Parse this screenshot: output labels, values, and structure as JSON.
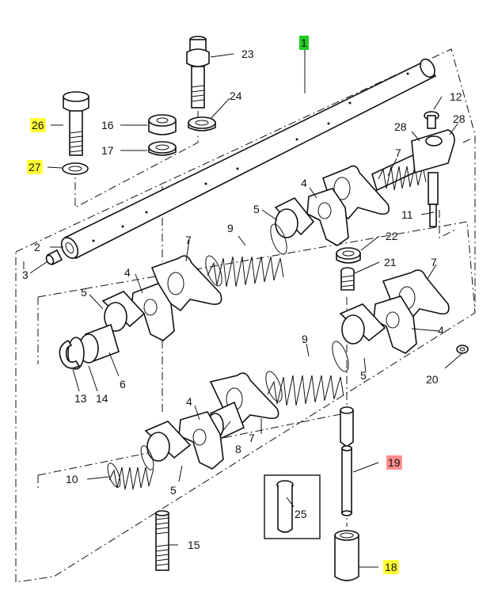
{
  "diagram": {
    "callouts": [
      {
        "id": "c1",
        "text": "1",
        "highlight": "#22cc22"
      },
      {
        "id": "c2",
        "text": "2"
      },
      {
        "id": "c3",
        "text": "3"
      },
      {
        "id": "c4a",
        "text": "4"
      },
      {
        "id": "c4b",
        "text": "4"
      },
      {
        "id": "c4c",
        "text": "4"
      },
      {
        "id": "c4d",
        "text": "4"
      },
      {
        "id": "c5a",
        "text": "5"
      },
      {
        "id": "c5b",
        "text": "5"
      },
      {
        "id": "c5c",
        "text": "5"
      },
      {
        "id": "c5d",
        "text": "5"
      },
      {
        "id": "c6",
        "text": "6"
      },
      {
        "id": "c7a",
        "text": "7"
      },
      {
        "id": "c7b",
        "text": "7"
      },
      {
        "id": "c7c",
        "text": "7"
      },
      {
        "id": "c7d",
        "text": "7"
      },
      {
        "id": "c8",
        "text": "8"
      },
      {
        "id": "c9a",
        "text": "9"
      },
      {
        "id": "c9b",
        "text": "9"
      },
      {
        "id": "c10",
        "text": "10"
      },
      {
        "id": "c11",
        "text": "11"
      },
      {
        "id": "c12",
        "text": "12"
      },
      {
        "id": "c13",
        "text": "13"
      },
      {
        "id": "c14",
        "text": "14"
      },
      {
        "id": "c15",
        "text": "15"
      },
      {
        "id": "c16",
        "text": "16"
      },
      {
        "id": "c17",
        "text": "17"
      },
      {
        "id": "c18",
        "text": "18",
        "highlight": "#ffff33"
      },
      {
        "id": "c19",
        "text": "19",
        "highlight": "#ff8c8c"
      },
      {
        "id": "c20",
        "text": "20"
      },
      {
        "id": "c21",
        "text": "21"
      },
      {
        "id": "c22",
        "text": "22"
      },
      {
        "id": "c23",
        "text": "23"
      },
      {
        "id": "c24",
        "text": "24"
      },
      {
        "id": "c25",
        "text": "25"
      },
      {
        "id": "c26",
        "text": "26",
        "highlight": "#ffff33"
      },
      {
        "id": "c27",
        "text": "27",
        "highlight": "#ffff33"
      },
      {
        "id": "c28a",
        "text": "28"
      },
      {
        "id": "c28b",
        "text": "28"
      }
    ]
  }
}
